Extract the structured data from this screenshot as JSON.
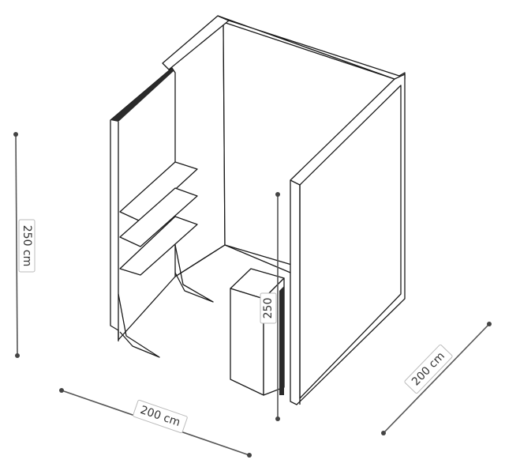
{
  "dimensions": {
    "height_label": "250 cm",
    "width_label": "200 cm",
    "depth_label": "200 cm",
    "inner_height_label": "250"
  }
}
